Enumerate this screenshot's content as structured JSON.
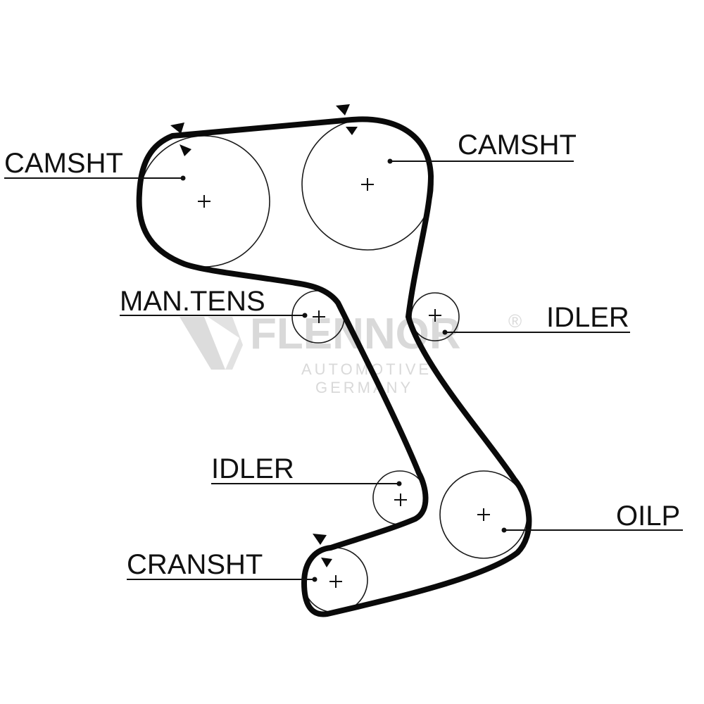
{
  "labels": {
    "camshaft_left": "CAMSHT",
    "camshaft_right": "CAMSHT",
    "manual_tensioner": "MAN.TENS",
    "idler_upper": "IDLER",
    "idler_lower": "IDLER",
    "oil_pump": "OILP",
    "crankshaft": "CRANSHT"
  },
  "watermark": {
    "brand": "FLENNOR",
    "registered": "®",
    "line1": "AUTOMOTIVE",
    "line2": "GERMANY"
  },
  "colors": {
    "belt": "#0a0a0a",
    "ink": "#111111",
    "watermark": "#d9d9d9"
  }
}
